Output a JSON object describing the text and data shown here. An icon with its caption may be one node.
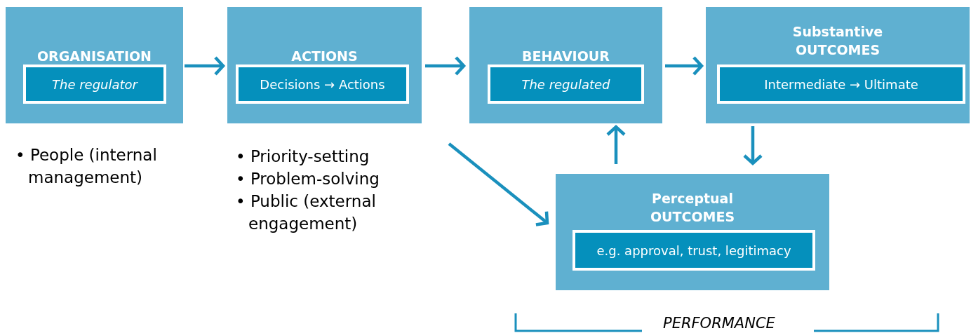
{
  "diagram": {
    "nodes": [
      {
        "text": [
          "ORGANISATION"
        ],
        "beside": [
          "• People (internal management)"
        ]
      },
      {
        "text": [
          "The regulator"
        ],
        "in": 0
      },
      {
        "text": [
          "ACTIONS"
        ],
        "beside": [
          "• Priority-setting",
          "• Problem-solving",
          "• Public (external engagement)"
        ]
      },
      {
        "text": [
          "Decisions → Actions"
        ],
        "in": 2
      },
      {
        "text": [
          "BEHAVIOUR"
        ]
      },
      {
        "text": [
          "The regulated"
        ],
        "in": 4
      },
      {
        "text": [
          "Substantive OUTCOMES"
        ]
      },
      {
        "text": [
          "Intermediate → Ultimate"
        ],
        "in": 6
      },
      {
        "text": [
          "Perceptual OUTCOMES"
        ]
      },
      {
        "text": [
          "e.g. approval, trust, legitimacy"
        ],
        "in": 8
      }
    ],
    "edges": [
      {
        "from": 0,
        "to": 2,
        "arrow": "to"
      },
      {
        "from": 2,
        "to": 4,
        "arrow": "to"
      },
      {
        "from": 4,
        "to": 6,
        "arrow": "to"
      },
      {
        "from": 6,
        "to": 8,
        "arrow": "to"
      },
      {
        "from": 8,
        "to": 4,
        "arrow": "to"
      },
      {
        "from": 2,
        "to": 8,
        "arrow": "to"
      }
    ],
    "labels": [
      "PERFORMANCE"
    ]
  }
}
